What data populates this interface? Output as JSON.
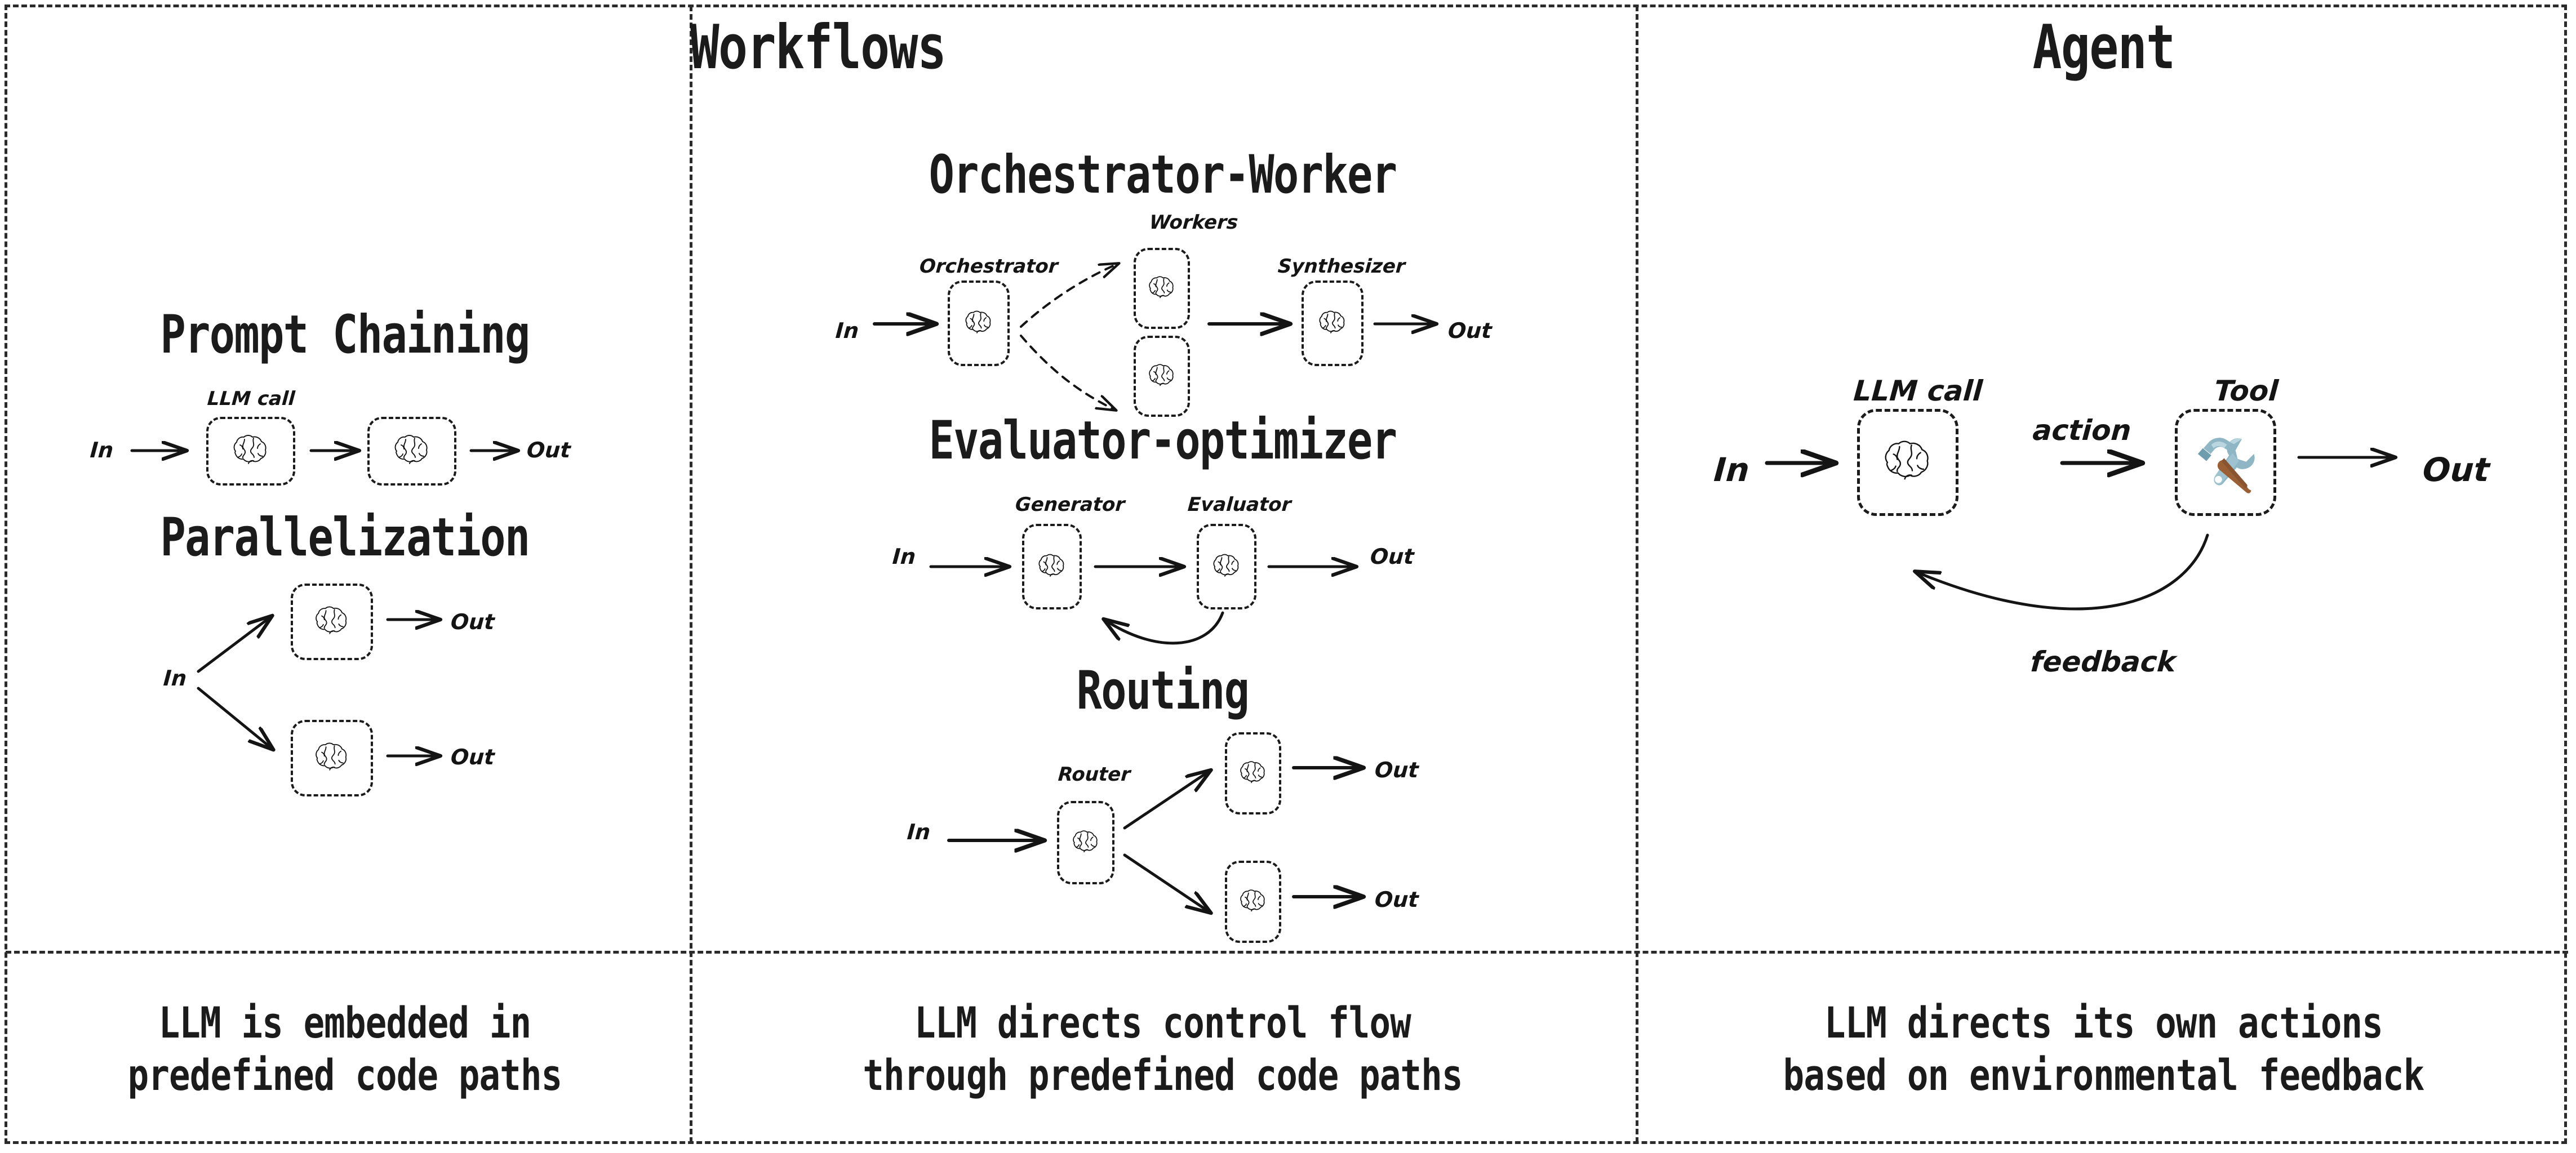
{
  "columns": [
    {
      "id": "workflows",
      "title": "Workflows"
    },
    {
      "id": "agent",
      "title": "Agent"
    }
  ],
  "headers": {
    "workflows": "Workflows",
    "agent": "Agent"
  },
  "patterns": {
    "prompt_chaining": {
      "title": "Prompt Chaining",
      "label_llm_call": "LLM call",
      "in": "In",
      "out": "Out"
    },
    "parallelization": {
      "title": "Parallelization",
      "in": "In",
      "out_top": "Out",
      "out_bottom": "Out"
    },
    "orchestrator_worker": {
      "title": "Orchestrator-Worker",
      "label_orchestrator": "Orchestrator",
      "label_workers": "Workers",
      "label_synthesizer": "Synthesizer",
      "in": "In",
      "out": "Out"
    },
    "evaluator_optimizer": {
      "title": "Evaluator-optimizer",
      "label_generator": "Generator",
      "label_evaluator": "Evaluator",
      "in": "In",
      "out": "Out"
    },
    "routing": {
      "title": "Routing",
      "label_router": "Router",
      "in": "In",
      "out_top": "Out",
      "out_bottom": "Out"
    },
    "agent": {
      "label_llm_call": "LLM call",
      "label_tool": "Tool",
      "label_action": "action",
      "label_feedback": "feedback",
      "in": "In",
      "out": "Out"
    }
  },
  "captions": {
    "left": "LLM is embedded in\npredefined code paths",
    "middle": "LLM directs control flow\nthrough predefined code paths",
    "right": "LLM directs its own actions\nbased on environmental feedback"
  },
  "icons": {
    "brain": "brain-icon",
    "tool": "hammer-and-wrench-icon"
  },
  "colors": {
    "ink": "#1b1b1b",
    "frame": "#2b2b2b",
    "background": "#ffffff",
    "tool_metal": "#8fb6c4",
    "tool_metal_dark": "#6f9dae",
    "tool_metal_light": "#b9d6e0",
    "tool_handle": "#9a5f35"
  }
}
